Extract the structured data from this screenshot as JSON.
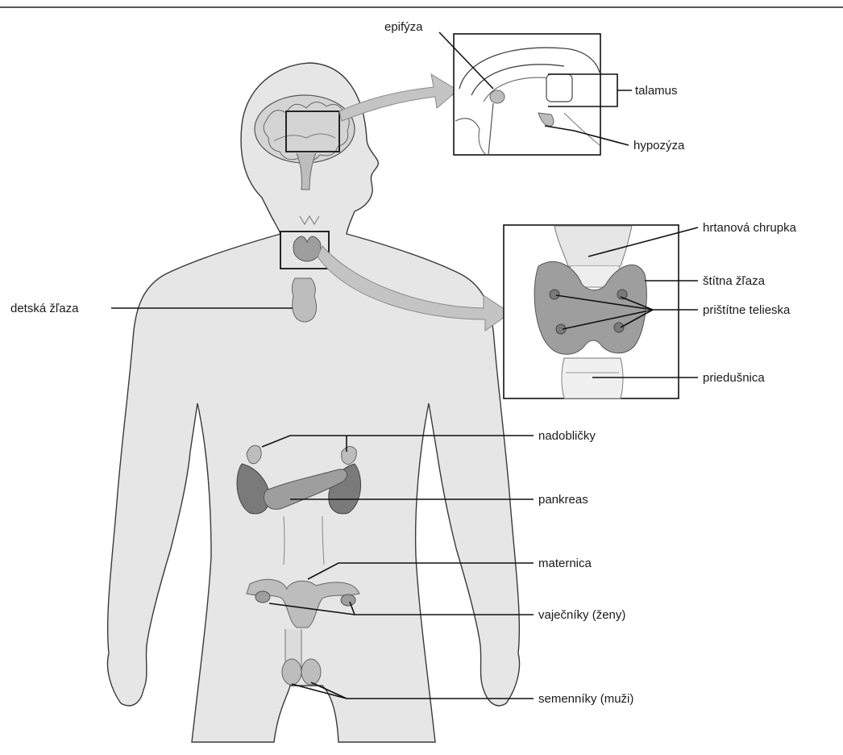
{
  "labels": {
    "epifyza": "epifýza",
    "talamus": "talamus",
    "hypozyza": "hypozýza",
    "hrtanova_chrupka": "hrtanová chrupka",
    "stitna_zlaza": "štítna žľaza",
    "pristitne_telieska": "prištítne telieska",
    "priedusnica": "priedušnica",
    "detska_zlaza": "detská žľaza",
    "nadoblicky": "nadobličky",
    "pankreas": "pankreas",
    "maternica": "maternica",
    "vajecniky": "vaječníky (ženy)",
    "semenniky": "semenníky (muži)"
  }
}
